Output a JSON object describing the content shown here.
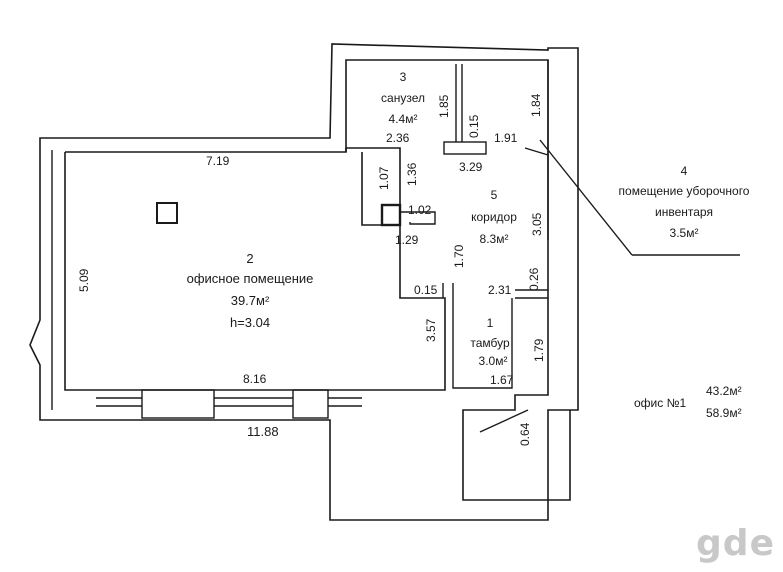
{
  "rooms": {
    "office": {
      "number": "2",
      "name": "офисное помещение",
      "area": "39.7м²",
      "height": "h=3.04"
    },
    "bathroom": {
      "number": "3",
      "name": "санузел",
      "area": "4.4м²"
    },
    "corridor": {
      "number": "5",
      "name": "коридор",
      "area": "8.3м²"
    },
    "vestibule": {
      "number": "1",
      "name": "тамбур",
      "area": "3.0м²"
    },
    "storage": {
      "number": "4",
      "name": "помещение уборочного",
      "name_line2": "инвентаря",
      "area": "3.5м²"
    }
  },
  "dimensions": {
    "d_7_19": "7.19",
    "d_8_16": "8.16",
    "d_11_88": "11.88",
    "d_5_09": "5.09",
    "d_3_57": "3.57",
    "d_2_36": "2.36",
    "d_1_85": "1.85",
    "d_0_15a": "0.15",
    "d_1_84": "1.84",
    "d_1_91": "1.91",
    "d_3_29": "3.29",
    "d_1_07": "1.07",
    "d_1_36": "1.36",
    "d_1_02": "1.02",
    "d_1_29": "1.29",
    "d_1_70": "1.70",
    "d_3_05": "3.05",
    "d_0_26": "0.26",
    "d_0_15b": "0.15",
    "d_2_31": "2.31",
    "d_1_79": "1.79",
    "d_1_67": "1.67",
    "d_0_64": "0.64"
  },
  "summary": {
    "label": "офис №1",
    "area_main": "43.2м²",
    "area_total": "58.9м²"
  },
  "watermark": "gde",
  "colors": {
    "ink": "#1a1a1a",
    "paper": "#ffffff",
    "watermark": "#c8c8c8"
  }
}
